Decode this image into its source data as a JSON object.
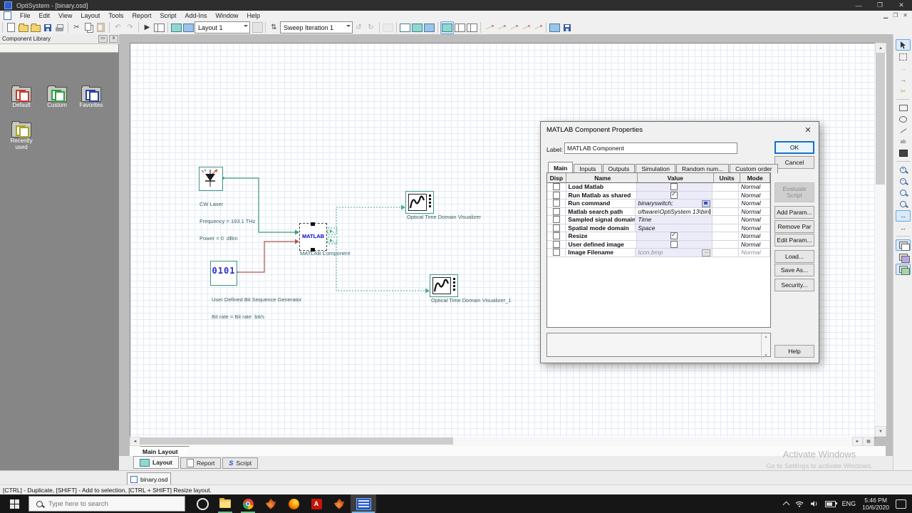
{
  "window": {
    "title": "OptiSystem - [binary.osd]",
    "controls": {
      "minimize": "—",
      "maximize": "❐",
      "close": "✕"
    }
  },
  "menu": {
    "items": [
      "File",
      "Edit",
      "View",
      "Layout",
      "Tools",
      "Report",
      "Script",
      "Add-Ins",
      "Window",
      "Help"
    ]
  },
  "toolbar": {
    "layout_select": "Layout 1",
    "sweep_select": "Sweep Iteration 1"
  },
  "library": {
    "title": "Component Library",
    "folders": [
      {
        "label": "Default",
        "color": "#c23b2e"
      },
      {
        "label": "Custom",
        "color": "#2f9e44"
      },
      {
        "label": "Favorites",
        "color": "#2c3f9e"
      },
      {
        "label": "Recently used",
        "color": "#a8a52a"
      }
    ]
  },
  "canvas": {
    "laser": {
      "label": "CW Laser",
      "info1": "Frequency = 193.1 THz",
      "info2": "Power = 0  dBm"
    },
    "matlab": {
      "icon_text": "MATLAB",
      "label": "MATLAB Component"
    },
    "bitgen": {
      "icon_text": "0101",
      "label": "User Defined Bit Sequence Generator",
      "info1": "Bit rate = Bit rate  bit/s"
    },
    "viz1": {
      "label": "Optical Time Domain Visualizer"
    },
    "viz2": {
      "label": "Optical Time Domain Visualizer_1"
    }
  },
  "dialog": {
    "title": "MATLAB Component Properties",
    "label_caption": "Label:",
    "label_value": "MATLAB Component",
    "tabs": [
      "Main",
      "Inputs",
      "Outputs",
      "Simulation",
      "Random num...",
      "Custom order"
    ],
    "table": {
      "headers": [
        "Disp",
        "Name",
        "Value",
        "Units",
        "Mode"
      ],
      "rows": [
        {
          "name": "Load Matlab",
          "type": "check",
          "checked": false,
          "mode": "Normal"
        },
        {
          "name": "Run Matlab as shared",
          "type": "check",
          "checked": true,
          "mode": "Normal"
        },
        {
          "name": "Run command",
          "type": "text",
          "value": "binaryswitch;",
          "mode": "Normal"
        },
        {
          "name": "Matlab search path",
          "type": "text",
          "value": "oftware\\OptiSystem 13\\bin",
          "mode": "Normal"
        },
        {
          "name": "Sampled signal domain",
          "type": "text",
          "value": "Time",
          "mode": "Normal"
        },
        {
          "name": "Spatial mode domain",
          "type": "text",
          "value": "Space",
          "mode": "Normal"
        },
        {
          "name": "Resize",
          "type": "check",
          "checked": true,
          "mode": "Normal"
        },
        {
          "name": "User defined image",
          "type": "check",
          "checked": false,
          "mode": "Normal"
        },
        {
          "name": "Image Filename",
          "type": "text",
          "value": "Icon.bmp",
          "mode": "Normal",
          "disabled": true
        }
      ]
    },
    "buttons": {
      "ok": "OK",
      "cancel": "Cancel",
      "evaluate_line1": "Evaluate",
      "evaluate_line2": "Script",
      "add": "Add Param...",
      "remove": "Remove Par",
      "edit": "Edit Param...",
      "load": "Load...",
      "save_as": "Save As...",
      "security": "Security...",
      "help": "Help",
      "ellipsis": "..."
    }
  },
  "bottom": {
    "main_layout_tab": "Main Layout",
    "view_tabs": [
      "Layout",
      "Report",
      "Script"
    ],
    "file_tab": "binary.osd",
    "status": "[CTRL] - Duplicate, [SHIFT] - Add to selection, [CTRL + SHIFT] Resize layout."
  },
  "watermark": {
    "line1": "Activate Windows",
    "line2": "Go to Settings to activate Windows."
  },
  "taskbar": {
    "search_placeholder": "Type here to search",
    "tray": {
      "lang": "ENG",
      "time": "5:46 PM",
      "date": "10/6/2020"
    }
  },
  "icons": {
    "cut": "✂",
    "undo": "↶",
    "redo": "↷",
    "play": "▶",
    "sweep": "⇅",
    "prev_sweep": "↺",
    "next_sweep": "↻",
    "arrow_right": "→",
    "text_tool": "ab",
    "zoom_plus": "+",
    "zoom_minus": "−",
    "scroll_up": "▲",
    "scroll_down": "▼",
    "scroll_left": "◄",
    "scroll_right": "►",
    "spin_up": "▲",
    "spin_down": "▼"
  }
}
